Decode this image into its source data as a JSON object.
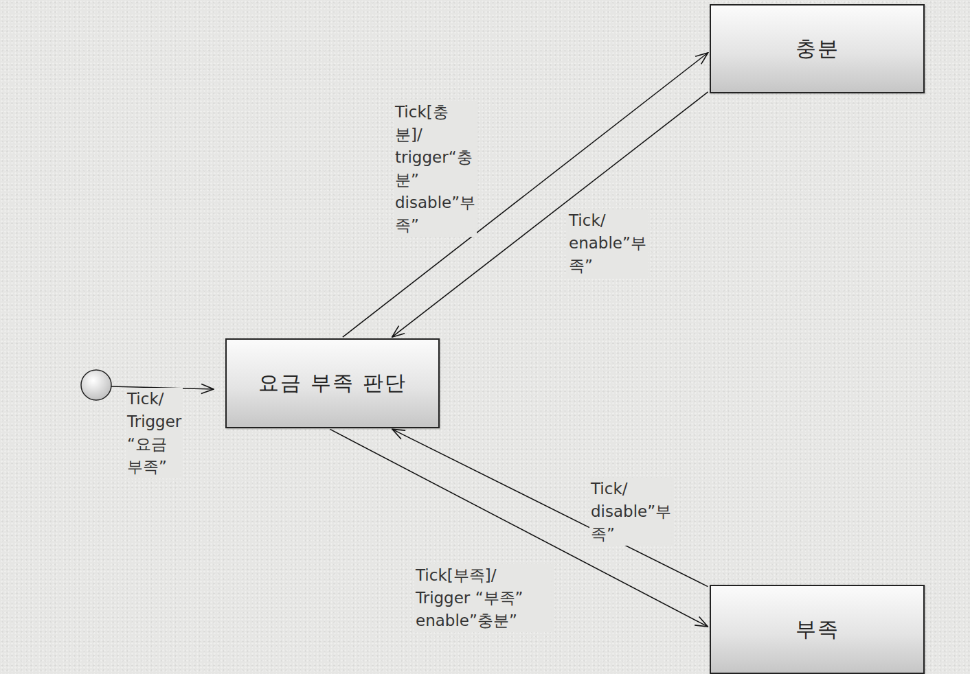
{
  "diagram": {
    "nodes": [
      {
        "text": [
          "충분"
        ]
      },
      {
        "text": [
          "요금 부족 판단"
        ]
      },
      {
        "text": [
          "부족"
        ]
      }
    ],
    "edges": [
      {
        "from": 1,
        "to": 0,
        "arrow": "to",
        "label": "Tick[충분]/ trigger“충분” disable”부족”"
      },
      {
        "from": 0,
        "to": 1,
        "arrow": "to",
        "label": "Tick/ enable”부족”"
      },
      {
        "from": 1,
        "to": 2,
        "arrow": "to",
        "label": "Tick[부족]/ Trigger “부족” enable”충분”"
      },
      {
        "from": 2,
        "to": 1,
        "arrow": "to",
        "label": "Tick/ disable”부족”"
      }
    ],
    "labels": [
      "Tick/ Trigger “요금부족”"
    ]
  }
}
